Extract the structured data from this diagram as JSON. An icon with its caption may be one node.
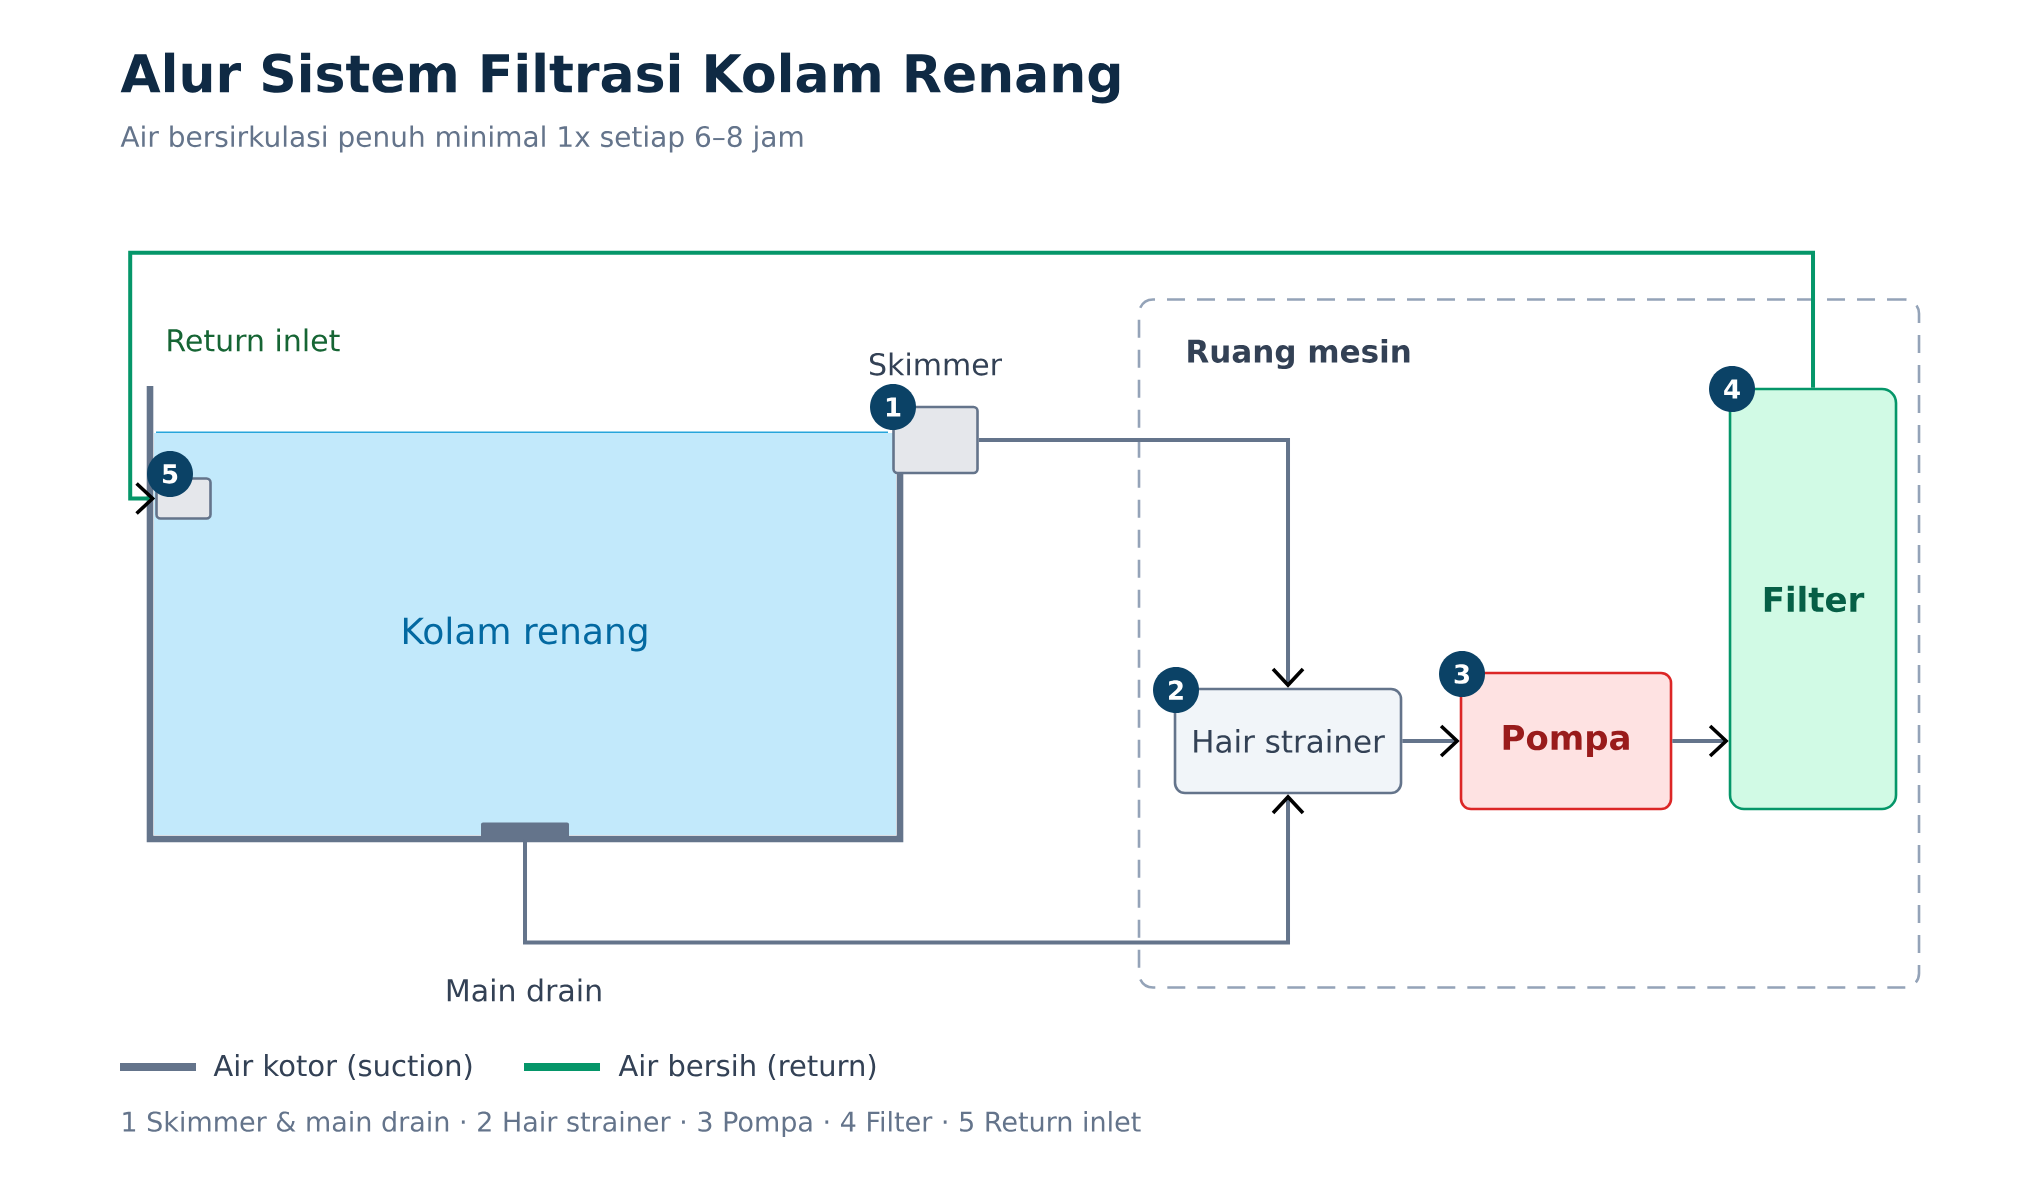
{
  "diagram": {
    "title": "Alur Sistem Filtrasi Kolam Renang",
    "nodes": [
      {
        "text": [
          "Kolam renang"
        ]
      },
      {
        "text": [
          "Return inlet"
        ],
        "in": 0
      },
      {
        "text": [
          "Skimmer"
        ]
      },
      {
        "text": [
          "Main drain"
        ]
      },
      {
        "text": [
          "Ruang mesin"
        ]
      },
      {
        "text": [
          "Hair strainer"
        ],
        "in": 4
      },
      {
        "text": [
          "Pompa"
        ],
        "in": 4
      },
      {
        "text": [
          "Filter"
        ],
        "in": 4
      }
    ],
    "edges": [
      {
        "from": 2,
        "to": 5,
        "arrow": "to"
      },
      {
        "from": 3,
        "to": 5,
        "arrow": "to"
      },
      {
        "from": 5,
        "to": 6,
        "arrow": "to"
      },
      {
        "from": 6,
        "to": 7,
        "arrow": "to"
      },
      {
        "from": 7,
        "to": 1,
        "arrow": "to",
        "color": "#059669"
      }
    ],
    "labels": [
      "Air bersirkulasi penuh minimal 1x setiap 6–8 jam",
      "1",
      "2",
      "3",
      "4",
      "5",
      "1 Skimmer & main drain · 2 Hair strainer · 3 Pompa · 4 Filter · 5 Return inlet"
    ],
    "legend": [
      {
        "text": "Air kotor (suction)",
        "color": "#64748b"
      },
      {
        "text": "Air bersih (return)",
        "color": "#059669"
      }
    ]
  }
}
